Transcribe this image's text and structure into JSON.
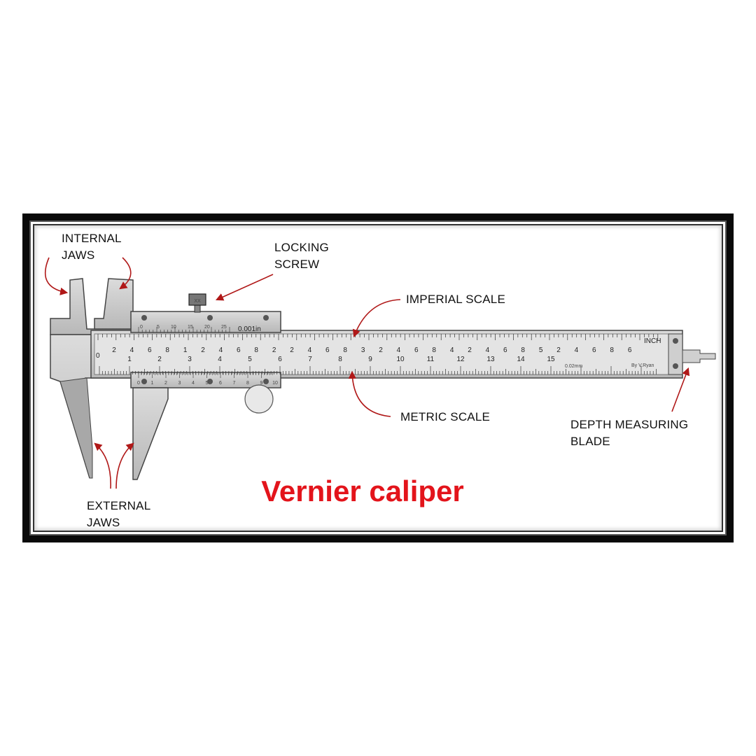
{
  "title": "Vernier caliper",
  "labels": {
    "internal_jaws": [
      "INTERNAL",
      "JAWS"
    ],
    "locking_screw": [
      "LOCKING",
      "SCREW"
    ],
    "imperial_scale": "IMPERIAL SCALE",
    "metric_scale": "METRIC SCALE",
    "depth_blade": [
      "DEPTH MEASURING",
      "BLADE"
    ],
    "external_jaws": [
      "EXTERNAL",
      "JAWS"
    ]
  },
  "scale": {
    "vernier_top_labels": [
      "0",
      "5",
      "10",
      "15",
      "20",
      "25"
    ],
    "vernier_unit": "0.001in",
    "inch_unit": "INCH",
    "imperial_numbers": [
      "2",
      "4",
      "6",
      "8",
      "1",
      "2",
      "4",
      "6",
      "8",
      "2",
      "2",
      "4",
      "6",
      "8",
      "3",
      "2",
      "4",
      "6",
      "8",
      "4",
      "2",
      "4",
      "6",
      "8",
      "5",
      "2",
      "4",
      "6",
      "8",
      "6"
    ],
    "metric_zero": "0",
    "metric_numbers": [
      "1",
      "2",
      "3",
      "4",
      "5",
      "6",
      "7",
      "8",
      "9",
      "10",
      "11",
      "12",
      "13",
      "14",
      "15"
    ],
    "vernier_bottom_labels": [
      "0",
      "1",
      "2",
      "3",
      "4",
      "5",
      "6",
      "7",
      "8",
      "9",
      "10"
    ],
    "resolution": "0.02mm",
    "credit": "By V.Ryan"
  },
  "colors": {
    "title": "#e3141b",
    "arrow": "#b01818",
    "frame": "#0a0a0a",
    "metal": "#c8c8c8"
  }
}
